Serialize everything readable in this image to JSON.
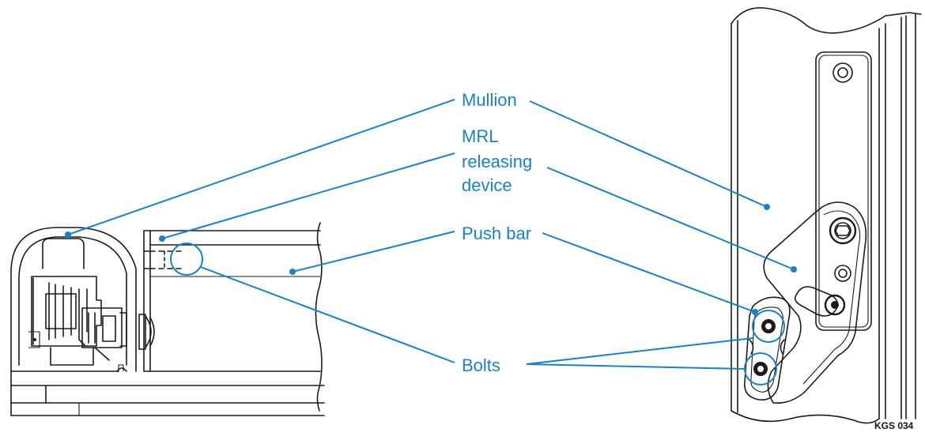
{
  "labels": {
    "mullion": "Mullion",
    "mrl_line1": "MRL",
    "mrl_line2": "releasing",
    "mrl_line3": "device",
    "push_bar": "Push bar",
    "bolts": "Bolts"
  },
  "reference_code": "KGS 034",
  "colors": {
    "leader": "#1a82c4",
    "drawing": "#1b1b1b",
    "background": "#ffffff"
  }
}
